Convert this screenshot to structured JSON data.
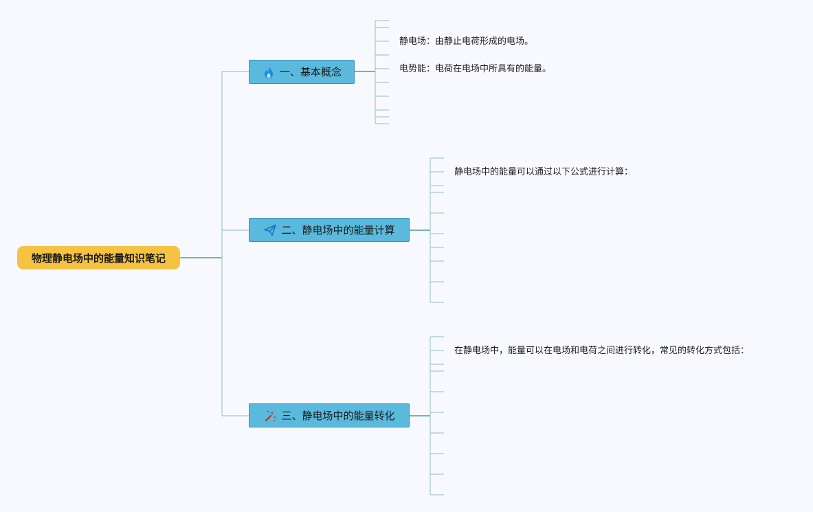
{
  "mindmap": {
    "root": "物理静电场中的能量知识笔记",
    "branches": [
      {
        "label": "一、基本概念",
        "icon": "fire-icon",
        "leaves": [
          "静电场：由静止电荷形成的电场。",
          "电势能：电荷在电场中所具有的能量。"
        ]
      },
      {
        "label": "二、静电场中的能量计算",
        "icon": "paper-plane-icon",
        "leaves": [
          "静电场中的能量可以通过以下公式进行计算："
        ]
      },
      {
        "label": "三、静电场中的能量转化",
        "icon": "magic-wand-icon",
        "leaves": [
          "在静电场中，能量可以在电场和电荷之间进行转化，常见的转化方式包括："
        ]
      }
    ]
  },
  "colors": {
    "background": "#f8f9fe",
    "root_fill": "#f5c242",
    "branch_fill": "#5ab9dc",
    "connector": "#4f9a87"
  }
}
